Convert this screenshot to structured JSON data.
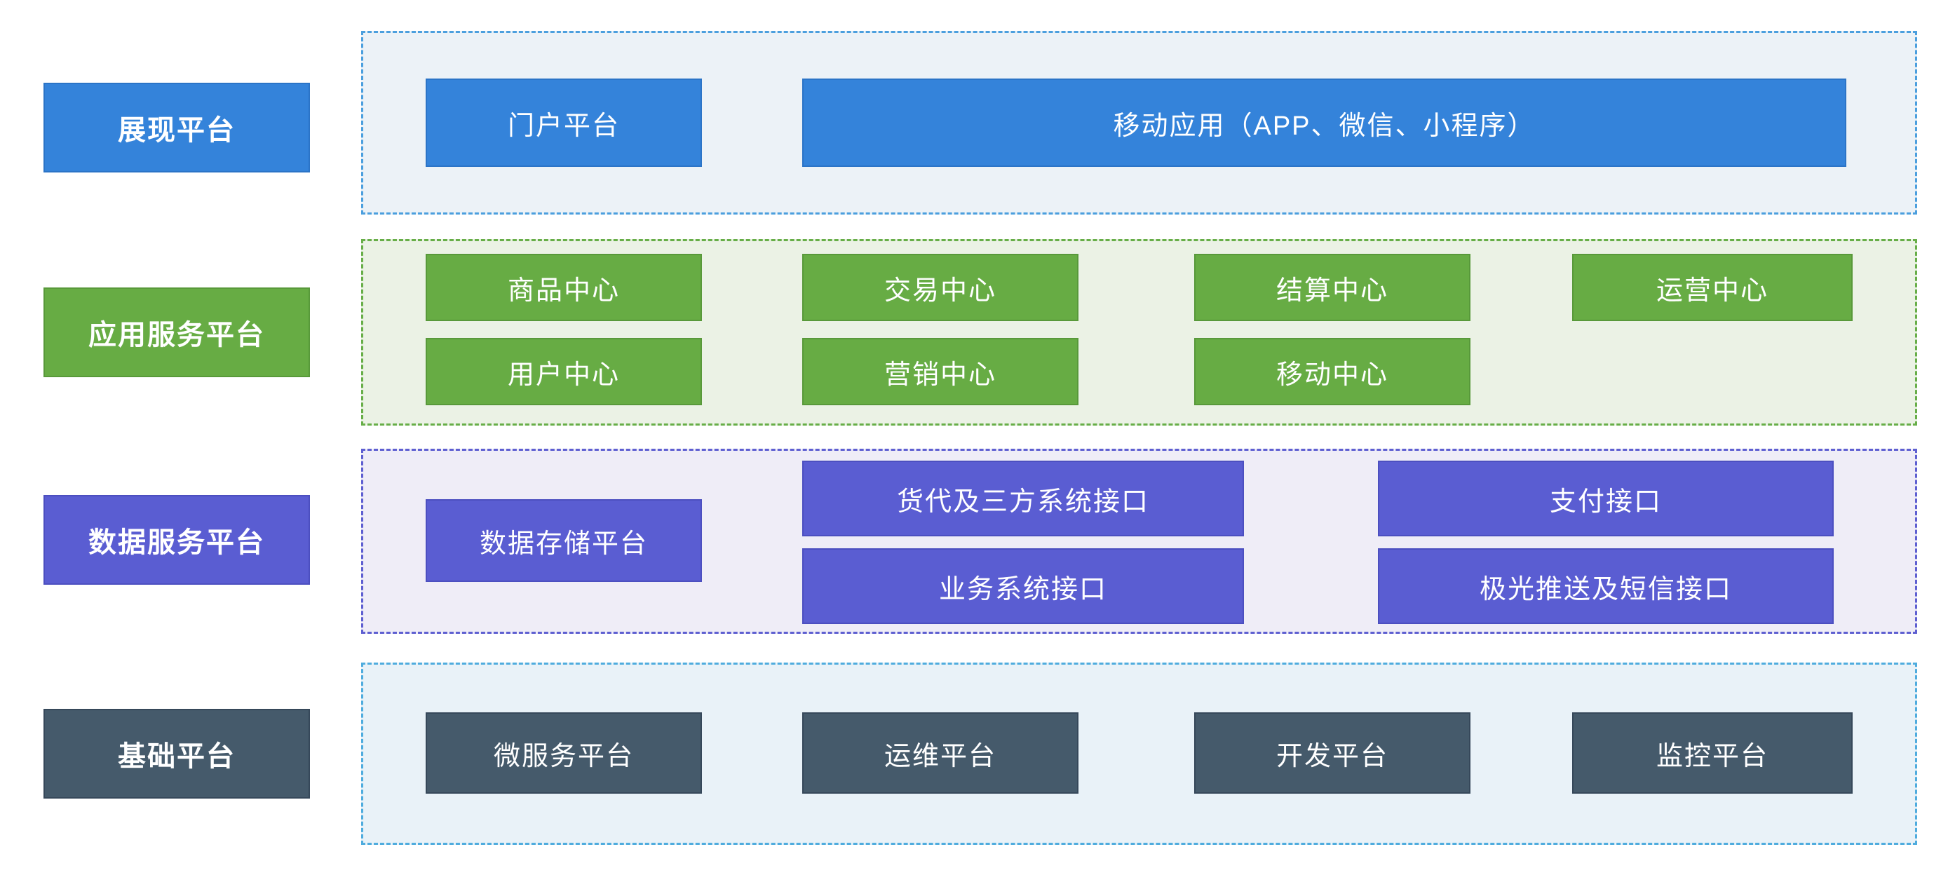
{
  "diagram": {
    "canvas_bg": "#ffffff",
    "text_color": "#ffffff",
    "rows": [
      {
        "label": "展现平台",
        "colors": {
          "box": "#3483da",
          "box_border": "#2b74c7",
          "container_bg": "#ecf2f7",
          "container_border": "#4b9fde"
        },
        "boxes": [
          "门户平台",
          "移动应用（APP、微信、小程序）"
        ]
      },
      {
        "label": "应用服务平台",
        "colors": {
          "box": "#67ac44",
          "box_border": "#58993a",
          "container_bg": "#ebf2e5",
          "container_border": "#67ae48"
        },
        "boxes": [
          "商品中心",
          "交易中心",
          "结算中心",
          "运营中心",
          "用户中心",
          "营销中心",
          "移动中心"
        ]
      },
      {
        "label": "数据服务平台",
        "colors": {
          "box": "#5a5dd2",
          "box_border": "#4c4fc0",
          "container_bg": "#efedf7",
          "container_border": "#5e5fd1"
        },
        "boxes": [
          "数据存储平台",
          "货代及三方系统接口",
          "业务系统接口",
          "支付接口",
          "极光推送及短信接口"
        ]
      },
      {
        "label": "基础平台",
        "colors": {
          "box": "#455a6b",
          "box_border": "#36485a",
          "container_bg": "#e9f2f8",
          "container_border": "#4facde"
        },
        "boxes": [
          "微服务平台",
          "运维平台",
          "开发平台",
          "监控平台"
        ]
      }
    ]
  }
}
